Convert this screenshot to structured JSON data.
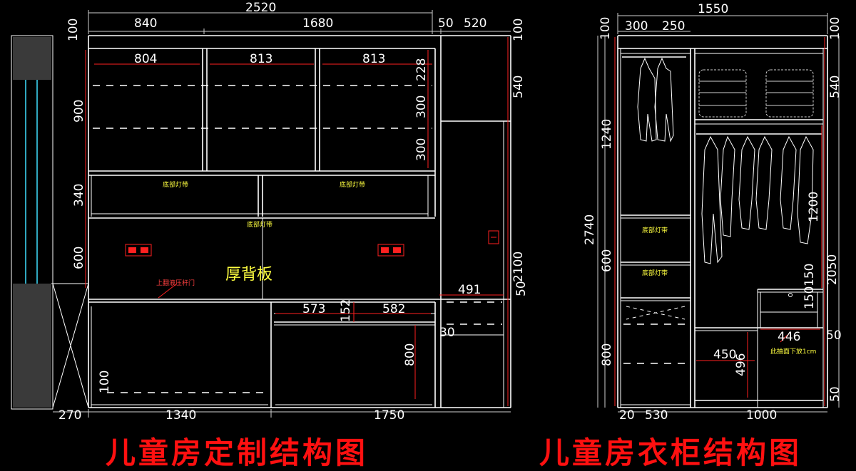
{
  "left_drawing": {
    "title": "儿童房定制结构图",
    "dimensions": {
      "total_width": "2520",
      "top_left": "840",
      "top_mid": "1680",
      "top_gap": "50",
      "top_right": "520",
      "shelf_a": "804",
      "shelf_b": "813",
      "shelf_c": "813",
      "h_100": "100",
      "h_900": "900",
      "h_340": "340",
      "h_600": "600",
      "h_100_bottom": "100",
      "r_100": "100",
      "r_540": "540",
      "r_228": "228",
      "r_300a": "300",
      "r_300b": "300",
      "r_2100": "2100",
      "r_50": "50",
      "d_491": "491",
      "d_573": "573",
      "d_152": "152",
      "d_582": "582",
      "d_30": "30",
      "d_800": "800",
      "bottom_270": "270",
      "bottom_1340": "1340",
      "bottom_1750": "1750"
    },
    "labels": {
      "light_strip_1": "底部灯带",
      "light_strip_2": "底部灯带",
      "light_strip_3": "底部灯带",
      "back_panel": "厚背板",
      "lift_door": "上翻液压杆门"
    }
  },
  "right_drawing": {
    "title": "儿童房衣柜结构图",
    "dimensions": {
      "total_width": "1550",
      "top_300": "300",
      "top_250": "250",
      "l_100": "100",
      "l_1240": "1240",
      "l_2740": "2740",
      "l_600": "600",
      "l_800": "800",
      "r_100": "100",
      "r_540": "540",
      "r_1200": "1200",
      "r_2050": "2050",
      "r_150a": "150",
      "r_150b": "150",
      "r_50a": "50",
      "r_50b": "50",
      "d_446": "446",
      "d_450": "450",
      "d_496": "496",
      "bottom_20": "20",
      "bottom_530": "530",
      "bottom_1000": "1000"
    },
    "labels": {
      "light_strip_1": "底部灯带",
      "light_strip_2": "底部灯带",
      "drawer_note": "此抽面下放1cm"
    }
  }
}
